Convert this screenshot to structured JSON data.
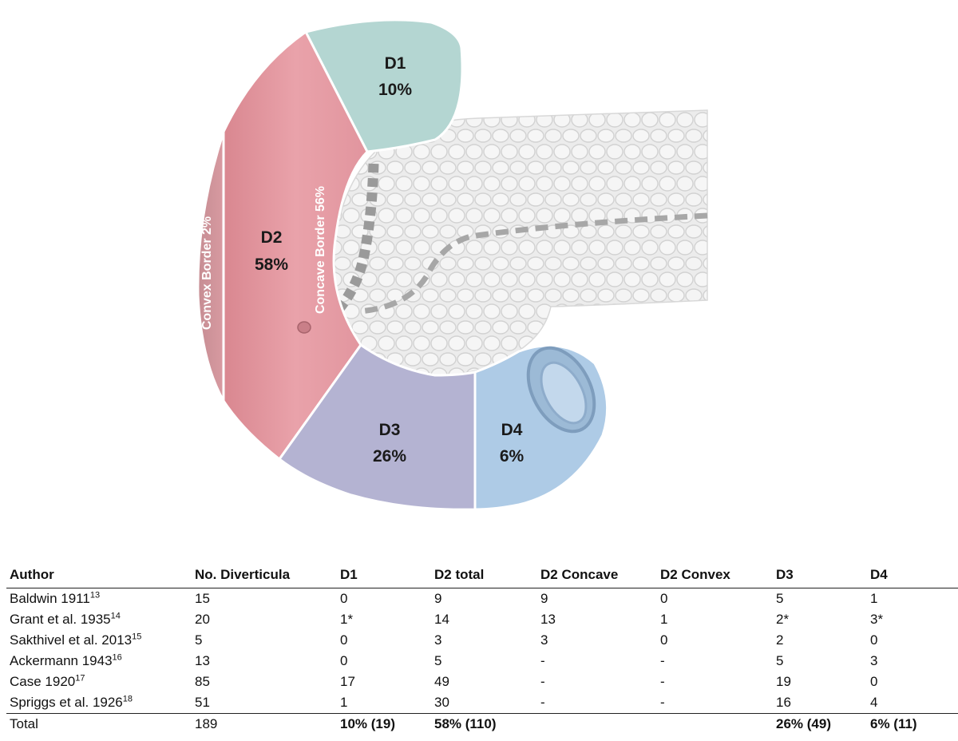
{
  "diagram": {
    "segments": [
      {
        "key": "d1",
        "name": "D1",
        "pct": "10%",
        "color": "#b4d6d2"
      },
      {
        "key": "d2",
        "name": "D2",
        "pct": "58%",
        "color": "#e69aa3"
      },
      {
        "key": "d3",
        "name": "D3",
        "pct": "26%",
        "color": "#b4b3d2"
      },
      {
        "key": "d4",
        "name": "D4",
        "pct": "6%",
        "color": "#aecbe6"
      }
    ],
    "convex_border": "Convex Border 2%",
    "concave_border": "Concave Border 56%",
    "pancreas_color": "#ececec"
  },
  "table": {
    "headers": [
      "Author",
      "No. Diverticula",
      "D1",
      "D2 total",
      "D2 Concave",
      "D2 Convex",
      "D3",
      "D4"
    ],
    "rows": [
      {
        "author": "Baldwin 1911",
        "ref": "13",
        "cells": [
          "15",
          "0",
          "9",
          "9",
          "0",
          "5",
          "1"
        ]
      },
      {
        "author": "Grant et al. 1935",
        "ref": "14",
        "cells": [
          "20",
          "1*",
          "14",
          "13",
          "1",
          "2*",
          "3*"
        ]
      },
      {
        "author": "Sakthivel et al. 2013",
        "ref": "15",
        "cells": [
          "5",
          "0",
          "3",
          "3",
          "0",
          "2",
          "0"
        ]
      },
      {
        "author": "Ackermann 1943",
        "ref": "16",
        "cells": [
          "13",
          "0",
          "5",
          "-",
          "-",
          "5",
          "3"
        ]
      },
      {
        "author": "Case 1920",
        "ref": "17",
        "cells": [
          "85",
          "17",
          "49",
          "-",
          "-",
          "19",
          "0"
        ]
      },
      {
        "author": "Spriggs et al. 1926",
        "ref": "18",
        "cells": [
          "51",
          "1",
          "30",
          "-",
          "-",
          "16",
          "4"
        ]
      }
    ],
    "total": {
      "label": "Total",
      "cells": [
        "189",
        "10% (19)",
        "58% (110)",
        "",
        "",
        "26% (49)",
        "6% (11)"
      ]
    }
  }
}
